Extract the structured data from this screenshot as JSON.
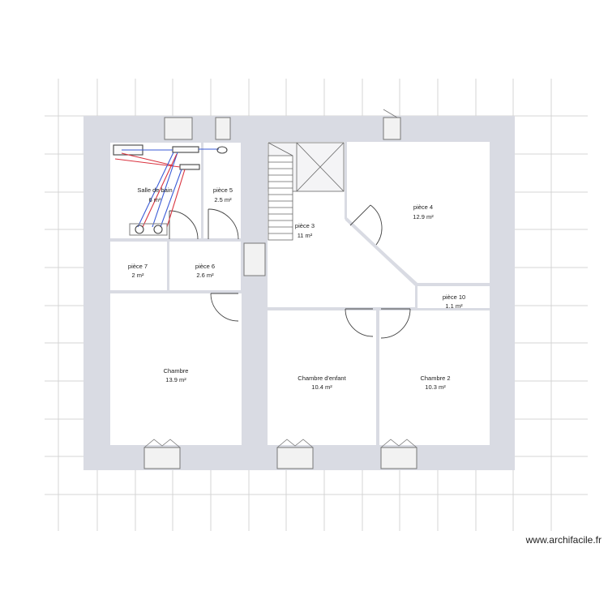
{
  "rooms": [
    {
      "name": "Salle de bain",
      "area": "6 m²"
    },
    {
      "name": "pièce 5",
      "area": "2.5 m²"
    },
    {
      "name": "pièce 3",
      "area": "11 m²"
    },
    {
      "name": "pièce 4",
      "area": "12.9 m²"
    },
    {
      "name": "pièce 7",
      "area": "2 m²"
    },
    {
      "name": "pièce 6",
      "area": "2.6 m²"
    },
    {
      "name": "pièce 10",
      "area": "1.1 m²"
    },
    {
      "name": "Chambre",
      "area": "13.9 m²"
    },
    {
      "name": "Chambre d'enfant",
      "area": "10.4 m²"
    },
    {
      "name": "Chambre 2",
      "area": "10.3 m²"
    }
  ],
  "watermark": "www.archifacile.fr",
  "colors": {
    "wall": "#d9dbe3",
    "grid": "#d4d4d4",
    "floor": "#ffffff",
    "pipe_red": "#d9333f",
    "pipe_blue": "#3b5bd6"
  }
}
